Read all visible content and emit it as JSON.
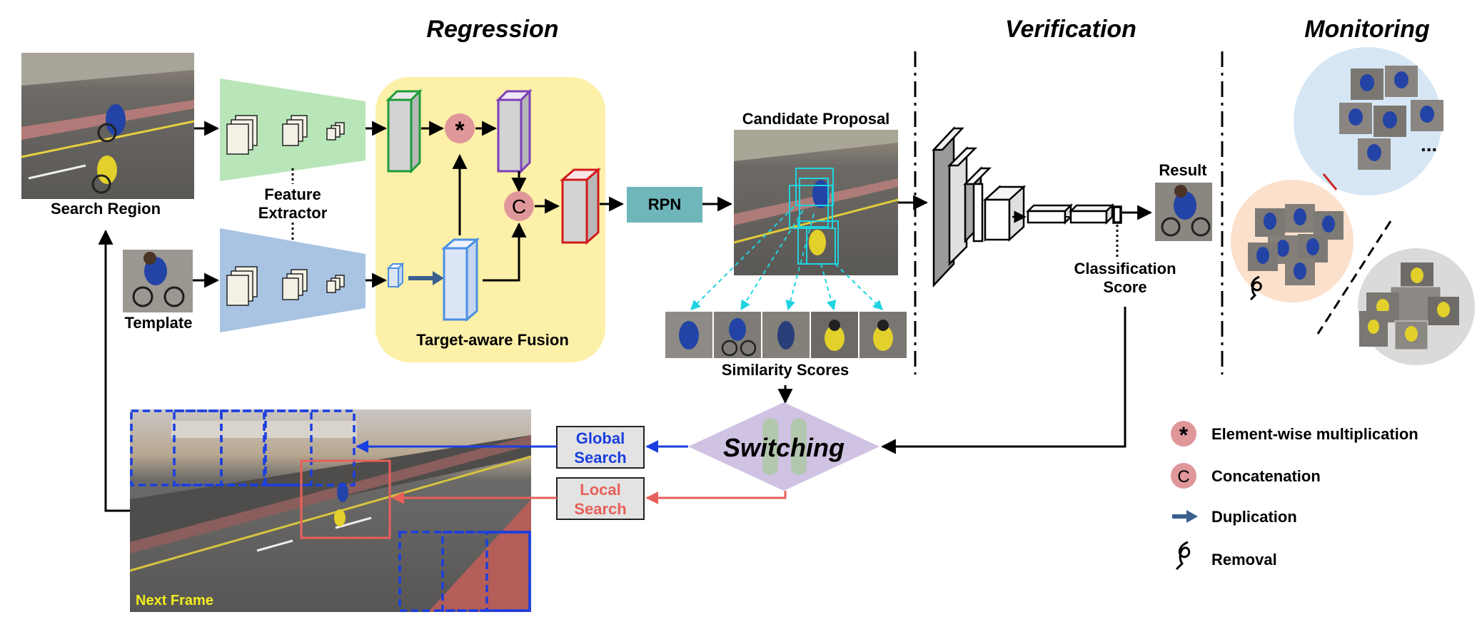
{
  "sections": {
    "regression": "Regression",
    "verification": "Verification",
    "monitoring": "Monitoring"
  },
  "labels": {
    "search_region": "Search Region",
    "feature_extractor_line1": "Feature",
    "feature_extractor_line2": "Extractor",
    "template": "Template",
    "target_aware_fusion": "Target-aware Fusion",
    "rpn": "RPN",
    "candidate_proposal": "Candidate Proposal",
    "similarity_scores": "Similarity Scores",
    "result": "Result",
    "classification_score_line1": "Classification",
    "classification_score_line2": "Score",
    "switching": "Switching",
    "global_search_line1": "Global",
    "global_search_line2": "Search",
    "local_search_line1": "Local",
    "local_search_line2": "Search",
    "next_frame": "Next Frame",
    "ellipsis": "...",
    "multiply_symbol": "*",
    "concat_symbol": "C"
  },
  "legend": [
    {
      "symbol": "*",
      "text": "Element-wise multiplication",
      "icon": "asterisk-circle-icon"
    },
    {
      "symbol": "C",
      "text": "Concatenation",
      "icon": "c-circle-icon"
    },
    {
      "symbol": "",
      "text": "Duplication",
      "icon": "blue-arrow-icon"
    },
    {
      "symbol": "",
      "text": "Removal",
      "icon": "curl-arrow-icon"
    }
  ],
  "colors": {
    "regression_panel": "#fdf0a8",
    "search_extractor": "#b9e6b9",
    "template_extractor": "#a9c3e3",
    "rpn": "#6fb6bb",
    "switching": "#cfc2e2",
    "global_search": "#1a3fe0",
    "local_search": "#e8605a",
    "concat_circle": "#e0979a",
    "monitor_blue": "#d6e6f5",
    "monitor_orange": "#fbe0cc",
    "monitor_gray": "#dadada",
    "proposal_box": "#1fd3e0",
    "next_frame_text": "#f2ec1f",
    "duplication_arrow": "#3a5f8f"
  }
}
